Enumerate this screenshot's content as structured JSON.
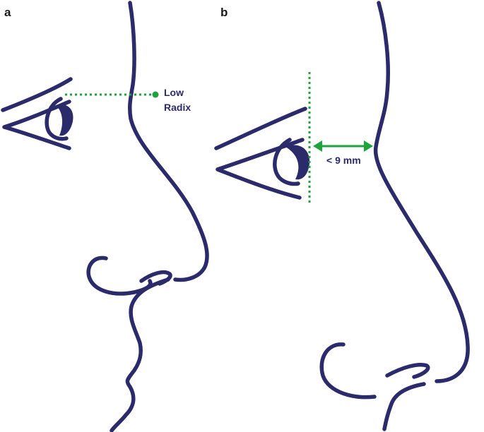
{
  "panels": [
    {
      "letter": "a",
      "annotation": [
        "Low",
        "Radix"
      ]
    },
    {
      "letter": "b",
      "annotation": [
        "< 9 mm"
      ]
    }
  ],
  "colors": {
    "outline": "#2b2a6b",
    "guide": "#1fa33c",
    "label": "#2b2a6b",
    "background": "#ffffff"
  }
}
